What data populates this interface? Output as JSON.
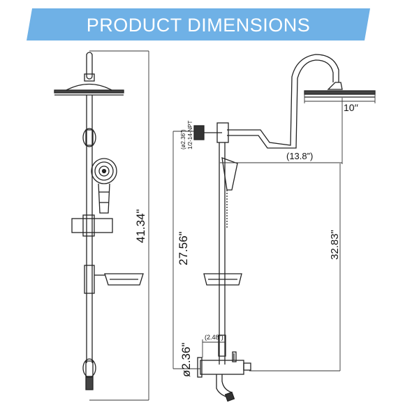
{
  "header": {
    "title": "PRODUCT DIMENSIONS",
    "banner_color": "#6fb1e6"
  },
  "front_view": {
    "height_label": "41.34\""
  },
  "side_view": {
    "head_diameter_label": "10′′",
    "arm_reach_label": "(13.8”)",
    "head_height_label": "32.83\"",
    "bar_length_label": "27.56\"",
    "pipe_outer_label": "(ø2.36\")",
    "pipe_thread_label": "1/2-14-NPT",
    "inlet_diameter_label": "ø2.36\"",
    "inlet_spacing_label": "(2.48\")"
  },
  "colors": {
    "line": "#222222",
    "dim_line": "#333333"
  }
}
